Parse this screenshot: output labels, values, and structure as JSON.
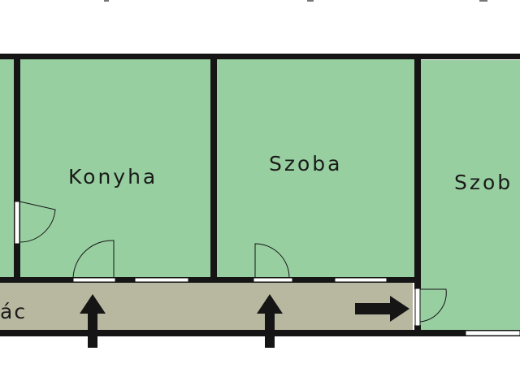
{
  "plan": {
    "colors": {
      "room_fill": "#98cfa0",
      "corridor_fill": "#b8b8a0",
      "wall": "#151515",
      "arrow": "#151515",
      "window": "#ffffff"
    },
    "rooms": [
      {
        "name": "left-room",
        "label": ""
      },
      {
        "name": "konyha",
        "label": "Konyha"
      },
      {
        "name": "szoba-middle",
        "label": "Szoba"
      },
      {
        "name": "szoba-right",
        "label": "Szob"
      }
    ],
    "corridor": {
      "label": "ác"
    },
    "arrows": [
      {
        "direction": "up",
        "target": "konyha"
      },
      {
        "direction": "up",
        "target": "szoba-middle"
      },
      {
        "direction": "right",
        "target": "szoba-right"
      }
    ]
  }
}
